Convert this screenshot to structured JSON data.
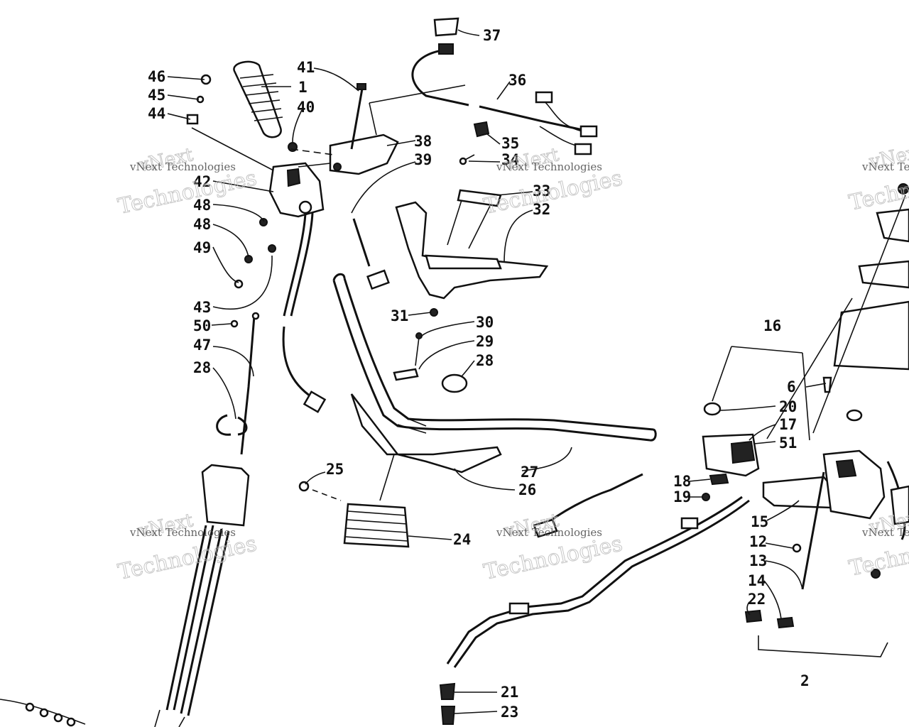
{
  "diagram": {
    "callouts": [
      {
        "id": "46"
      },
      {
        "id": "45"
      },
      {
        "id": "44"
      },
      {
        "id": "1"
      },
      {
        "id": "41"
      },
      {
        "id": "40"
      },
      {
        "id": "37"
      },
      {
        "id": "36"
      },
      {
        "id": "38"
      },
      {
        "id": "39"
      },
      {
        "id": "35"
      },
      {
        "id": "34"
      },
      {
        "id": "42"
      },
      {
        "id": "33"
      },
      {
        "id": "32"
      },
      {
        "id": "48a"
      },
      {
        "id": "48b"
      },
      {
        "id": "49"
      },
      {
        "id": "43"
      },
      {
        "id": "50"
      },
      {
        "id": "47"
      },
      {
        "id": "28a"
      },
      {
        "id": "31"
      },
      {
        "id": "30"
      },
      {
        "id": "29"
      },
      {
        "id": "28b"
      },
      {
        "id": "16"
      },
      {
        "id": "6"
      },
      {
        "id": "20"
      },
      {
        "id": "17"
      },
      {
        "id": "51"
      },
      {
        "id": "25"
      },
      {
        "id": "27"
      },
      {
        "id": "26"
      },
      {
        "id": "18"
      },
      {
        "id": "19"
      },
      {
        "id": "24"
      },
      {
        "id": "15"
      },
      {
        "id": "12"
      },
      {
        "id": "13"
      },
      {
        "id": "14"
      },
      {
        "id": "22"
      },
      {
        "id": "21"
      },
      {
        "id": "23"
      },
      {
        "id": "2"
      }
    ],
    "labels": {
      "46": "46",
      "45": "45",
      "44": "44",
      "1": "1",
      "41": "41",
      "40": "40",
      "37": "37",
      "36": "36",
      "38": "38",
      "39": "39",
      "35": "35",
      "34": "34",
      "42": "42",
      "33": "33",
      "32": "32",
      "48a": "48",
      "48b": "48",
      "49": "49",
      "43": "43",
      "50": "50",
      "47": "47",
      "28a": "28",
      "31": "31",
      "30": "30",
      "29": "29",
      "28b": "28",
      "16": "16",
      "6": "6",
      "20": "20",
      "17": "17",
      "51": "51",
      "25": "25",
      "27": "27",
      "26": "26",
      "18": "18",
      "19": "19",
      "24": "24",
      "15": "15",
      "12": "12",
      "13": "13",
      "14": "14",
      "22": "22",
      "21": "21",
      "23": "23",
      "2": "2"
    }
  },
  "watermark": {
    "text_top": "vNext",
    "text_bottom": "Technologies",
    "text_line": "vNext Technologies"
  }
}
